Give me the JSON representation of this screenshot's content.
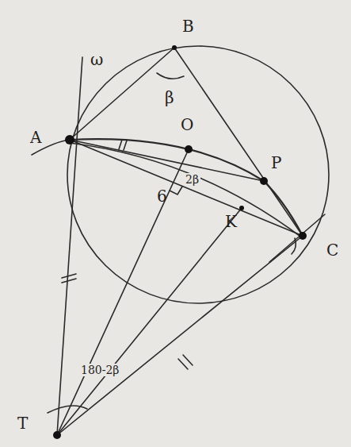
{
  "diagram": {
    "labels": [
      "ω",
      "B",
      "β",
      "A",
      "O",
      "P",
      "6",
      "2β",
      "K",
      "C",
      "T",
      "180-2β"
    ]
  }
}
